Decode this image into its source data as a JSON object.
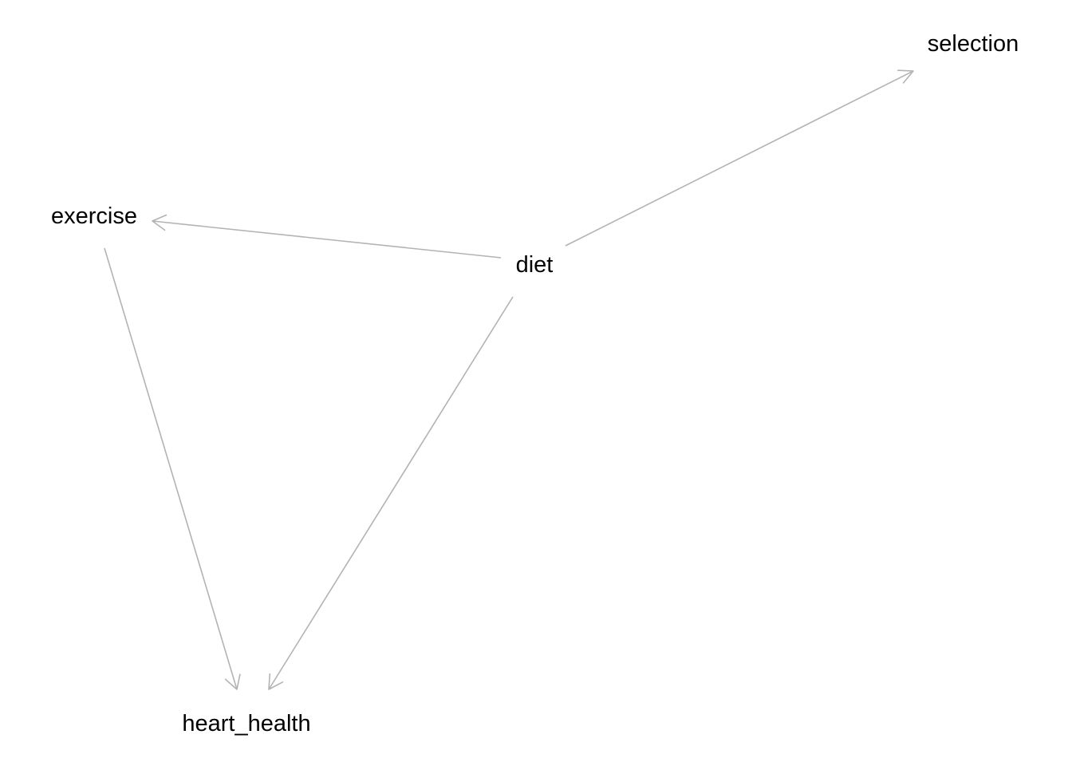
{
  "diagram": {
    "nodes": [
      {
        "id": "selection",
        "label": "selection"
      },
      {
        "id": "exercise",
        "label": "exercise"
      },
      {
        "id": "diet",
        "label": "diet"
      },
      {
        "id": "heart_health",
        "label": "heart_health"
      }
    ],
    "edges": [
      {
        "from": "diet",
        "to": "selection"
      },
      {
        "from": "diet",
        "to": "exercise"
      },
      {
        "from": "exercise",
        "to": "heart_health"
      },
      {
        "from": "diet",
        "to": "heart_health"
      }
    ],
    "colors": {
      "edge": "#b3b3b3",
      "label": "#000000",
      "background": "#ffffff"
    }
  }
}
